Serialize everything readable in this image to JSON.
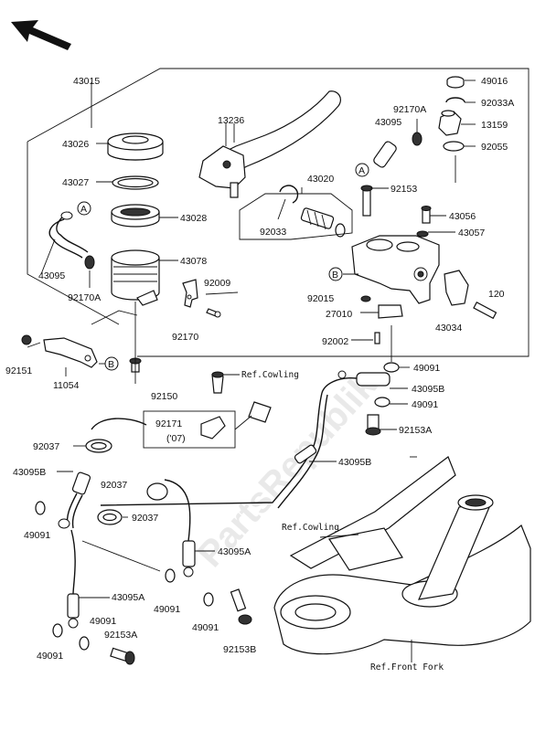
{
  "watermark": "PartsRepublik",
  "labels": {
    "p43015": "43015",
    "p43026": "43026",
    "p43027": "43027",
    "p43028": "43028",
    "p43095a": "43095",
    "p92170a_left": "92170A",
    "p43078": "43078",
    "p92009": "92009",
    "p92170": "92170",
    "p92151": "92151",
    "p11054": "11054",
    "p92150": "92150",
    "p13236": "13236",
    "p43020": "43020",
    "p92033": "92033",
    "p43095b": "43095",
    "p92170a_right": "92170A",
    "p49016": "49016",
    "p92033a": "92033A",
    "p13159": "13159",
    "p92055": "92055",
    "p92153": "92153",
    "p43056": "43056",
    "p43057": "43057",
    "p92015": "92015",
    "p27010": "27010",
    "p92002": "92002",
    "p43034": "43034",
    "p120": "120",
    "p49091_a": "49091",
    "p43095b_a": "43095B",
    "p49091_b": "49091",
    "p92153a_a": "92153A",
    "p92171": "92171",
    "p07": "('07)",
    "p92037_a": "92037",
    "p43095b_b": "43095B",
    "p92037_b": "92037",
    "p92037_c": "92037",
    "p49091_c": "49091",
    "p43095b_c": "43095B",
    "p43095a_a": "43095A",
    "p43095a_b": "43095A",
    "p49091_d": "49091",
    "p49091_e": "49091",
    "p49091_f": "49091",
    "p92153a_b": "92153A",
    "p49091_g": "49091",
    "p92153b": "92153B",
    "ref_cowling_1": "Ref.Cowling",
    "ref_cowling_2": "Ref.Cowling",
    "ref_front_fork": "Ref.Front Fork",
    "callout_a1": "A",
    "callout_a2": "A",
    "callout_b1": "B",
    "callout_b2": "B"
  }
}
